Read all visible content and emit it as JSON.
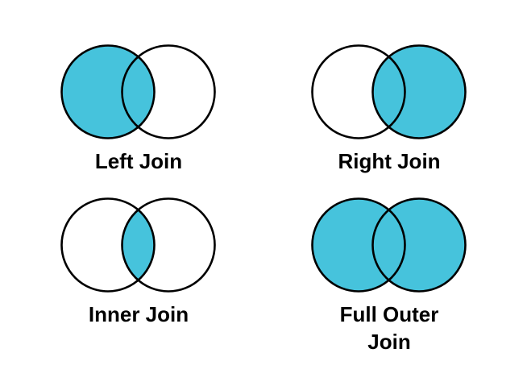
{
  "colors": {
    "highlight": "#46C3DC",
    "outline": "#000000",
    "background": "#FFFFFF",
    "label_text": "#000000"
  },
  "diagrams": [
    {
      "label": "Left Join",
      "shaded_regions": [
        "left-circle",
        "intersection"
      ],
      "fills": {
        "left": true,
        "right": false,
        "intersection": true
      }
    },
    {
      "label": "Right Join",
      "shaded_regions": [
        "right-circle",
        "intersection"
      ],
      "fills": {
        "left": false,
        "right": true,
        "intersection": true
      }
    },
    {
      "label": "Inner Join",
      "shaded_regions": [
        "intersection"
      ],
      "fills": {
        "left": false,
        "right": false,
        "intersection": true
      }
    },
    {
      "label": "Full Outer Join",
      "shaded_regions": [
        "left-circle",
        "right-circle",
        "intersection"
      ],
      "fills": {
        "left": true,
        "right": true,
        "intersection": true
      }
    }
  ]
}
